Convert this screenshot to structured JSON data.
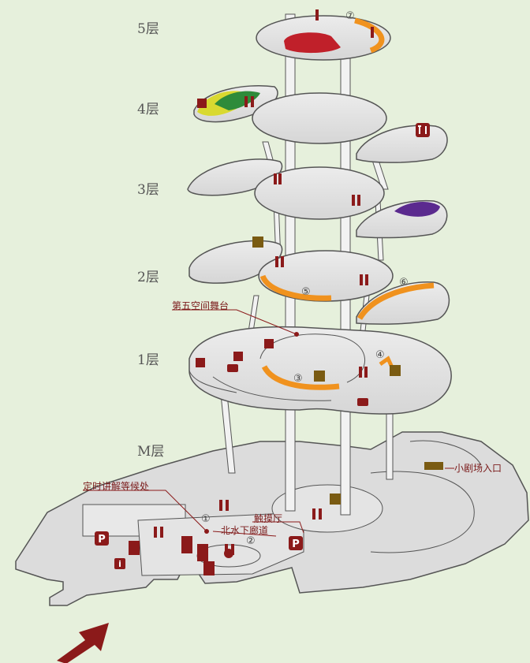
{
  "floors": [
    {
      "key": "f5",
      "label": "5层"
    },
    {
      "key": "f4",
      "label": "4层"
    },
    {
      "key": "f3",
      "label": "3层"
    },
    {
      "key": "f2",
      "label": "2层"
    },
    {
      "key": "f1",
      "label": "1层"
    },
    {
      "key": "fm",
      "label": "M层"
    }
  ],
  "annotations": {
    "stage": "第五空间舞台",
    "waiting_point": "定时讲解等候处",
    "hall": "触摸厅",
    "north_corridor": "北水下廊道",
    "theater_entrance": "小剧场入口"
  },
  "markers": [
    "①",
    "②",
    "③",
    "④",
    "⑤",
    "⑥",
    "⑦"
  ],
  "icons": {
    "parking": "P",
    "info": "i",
    "toilet": "restroom-icon",
    "gift": "gift-icon",
    "cafe": "coffee-icon",
    "restaurant": "restaurant-icon"
  },
  "colors": {
    "background": "#e6f0dc",
    "platform": "#e3e3e3",
    "outline": "#555555",
    "accent_red": "#8b1a1a",
    "highlight_orange": "#f0921e",
    "purple_zone": "#5b2a8f",
    "green_zone": "#2e8b3a",
    "yellow_zone": "#d9d930",
    "red_zone": "#c0202a",
    "icon_brown": "#7a5b12"
  }
}
